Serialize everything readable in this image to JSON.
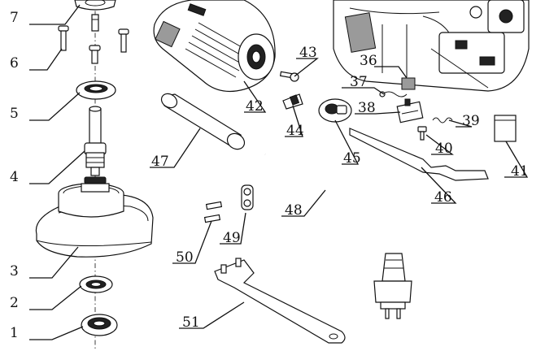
{
  "diagram": {
    "labels": [
      {
        "id": "p1",
        "text": "1"
      },
      {
        "id": "p2",
        "text": "2"
      },
      {
        "id": "p3",
        "text": "3"
      },
      {
        "id": "p4",
        "text": "4"
      },
      {
        "id": "p5",
        "text": "5"
      },
      {
        "id": "p6",
        "text": "6"
      },
      {
        "id": "p7",
        "text": "7"
      },
      {
        "id": "p36",
        "text": "36"
      },
      {
        "id": "p37",
        "text": "37"
      },
      {
        "id": "p38",
        "text": "38"
      },
      {
        "id": "p39",
        "text": "39"
      },
      {
        "id": "p40",
        "text": "40"
      },
      {
        "id": "p41",
        "text": "41"
      },
      {
        "id": "p42",
        "text": "42"
      },
      {
        "id": "p43",
        "text": "43"
      },
      {
        "id": "p44",
        "text": "44"
      },
      {
        "id": "p45",
        "text": "45"
      },
      {
        "id": "p46",
        "text": "46"
      },
      {
        "id": "p47",
        "text": "47"
      },
      {
        "id": "p48",
        "text": "48"
      },
      {
        "id": "p49",
        "text": "49"
      },
      {
        "id": "p50",
        "text": "50"
      },
      {
        "id": "p51",
        "text": "51"
      }
    ]
  }
}
